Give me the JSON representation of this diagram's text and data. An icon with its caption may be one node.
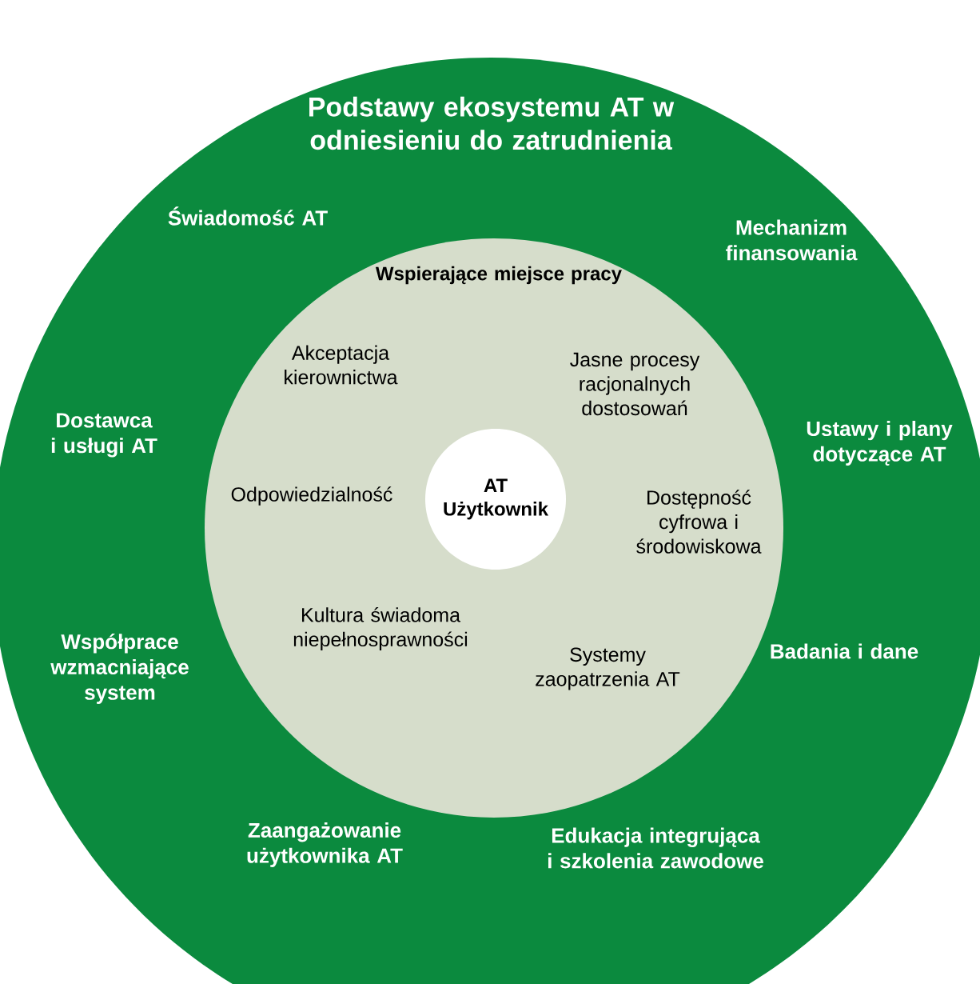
{
  "diagram": {
    "nodes": [
      {
        "text": [
          "Podstawy ekosystemu AT w odniesieniu do zatrudnienia",
          "Świadomość AT",
          "Mechanizm finansowania",
          "Dostawca i usługi AT",
          "Ustawy i plany dotyczące AT",
          "Współprace wzmacniające system",
          "Badania i dane",
          "Zaangażowanie użytkownika AT",
          "Edukacja integrująca i szkolenia zawodowe"
        ]
      },
      {
        "text": [
          "Wspierające miejsce pracy",
          "Akceptacja kierownictwa",
          "Jasne procesy racjonalnych dostosowań",
          "Odpowiedzialność",
          "Dostępność cyfrowa i środowiskowa",
          "Kultura świadoma niepełnosprawności",
          "Systemy zaopatrzenia AT"
        ],
        "in": 0
      },
      {
        "text": [
          "AT Użytkownik"
        ],
        "in": 1
      }
    ]
  }
}
